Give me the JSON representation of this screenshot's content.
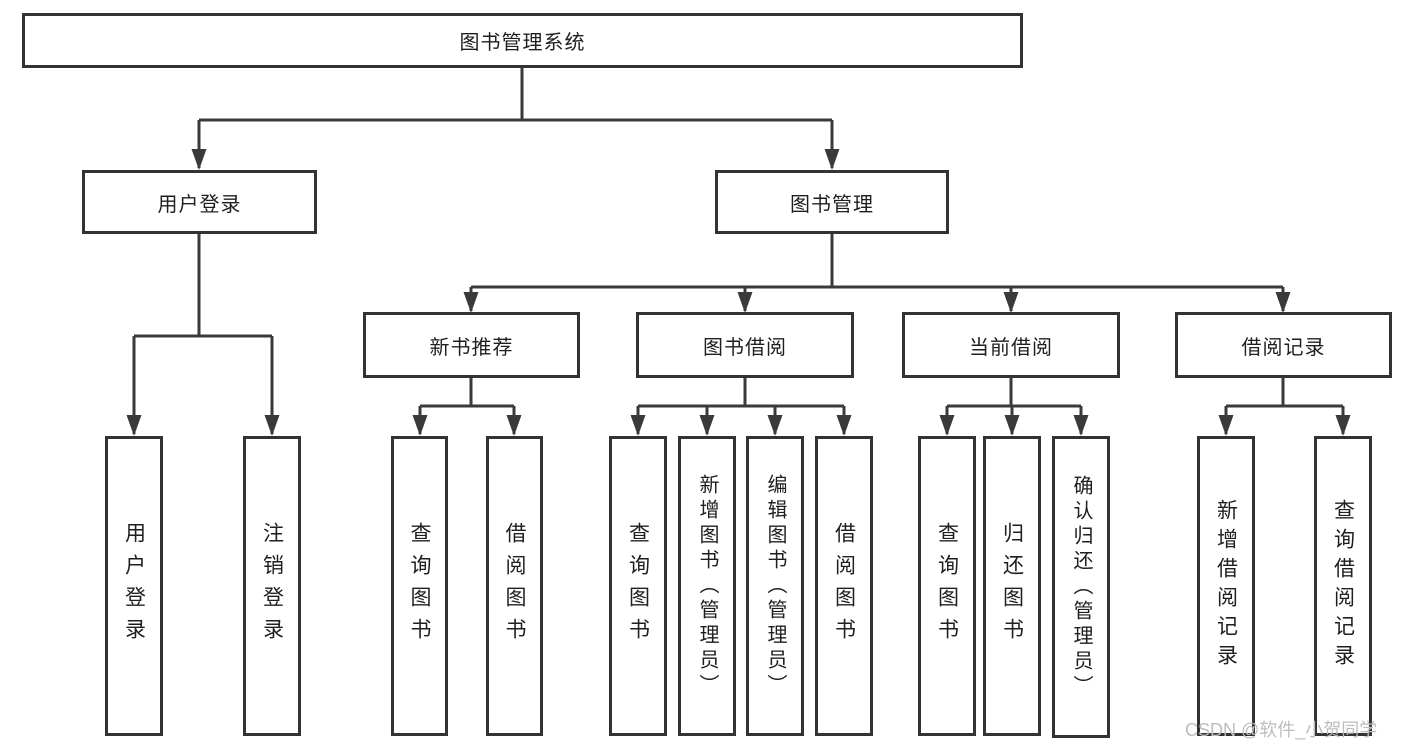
{
  "diagram_type": "hierarchy-tree",
  "tree": {
    "label": "图书管理系统",
    "children": [
      {
        "label": "用户登录",
        "children": [
          {
            "label": "用户登录"
          },
          {
            "label": "注销登录"
          }
        ]
      },
      {
        "label": "图书管理",
        "children": [
          {
            "label": "新书推荐",
            "children": [
              {
                "label": "查询图书"
              },
              {
                "label": "借阅图书"
              }
            ]
          },
          {
            "label": "图书借阅",
            "children": [
              {
                "label": "查询图书"
              },
              {
                "label": "新增图书（管理员）"
              },
              {
                "label": "编辑图书（管理员）"
              },
              {
                "label": "借阅图书"
              }
            ]
          },
          {
            "label": "当前借阅",
            "children": [
              {
                "label": "查询图书"
              },
              {
                "label": "归还图书"
              },
              {
                "label": "确认归还（管理员）"
              }
            ]
          },
          {
            "label": "借阅记录",
            "children": [
              {
                "label": "新增借阅记录"
              },
              {
                "label": "查询借阅记录"
              }
            ]
          }
        ]
      }
    ]
  },
  "watermark": {
    "text": "CSDN @软件_小贺同学"
  },
  "colors": {
    "line": "#3a3a3a",
    "box_border": "#333333",
    "text": "#1f1f1f",
    "watermark": "#bdbdbd",
    "background": "#ffffff"
  }
}
